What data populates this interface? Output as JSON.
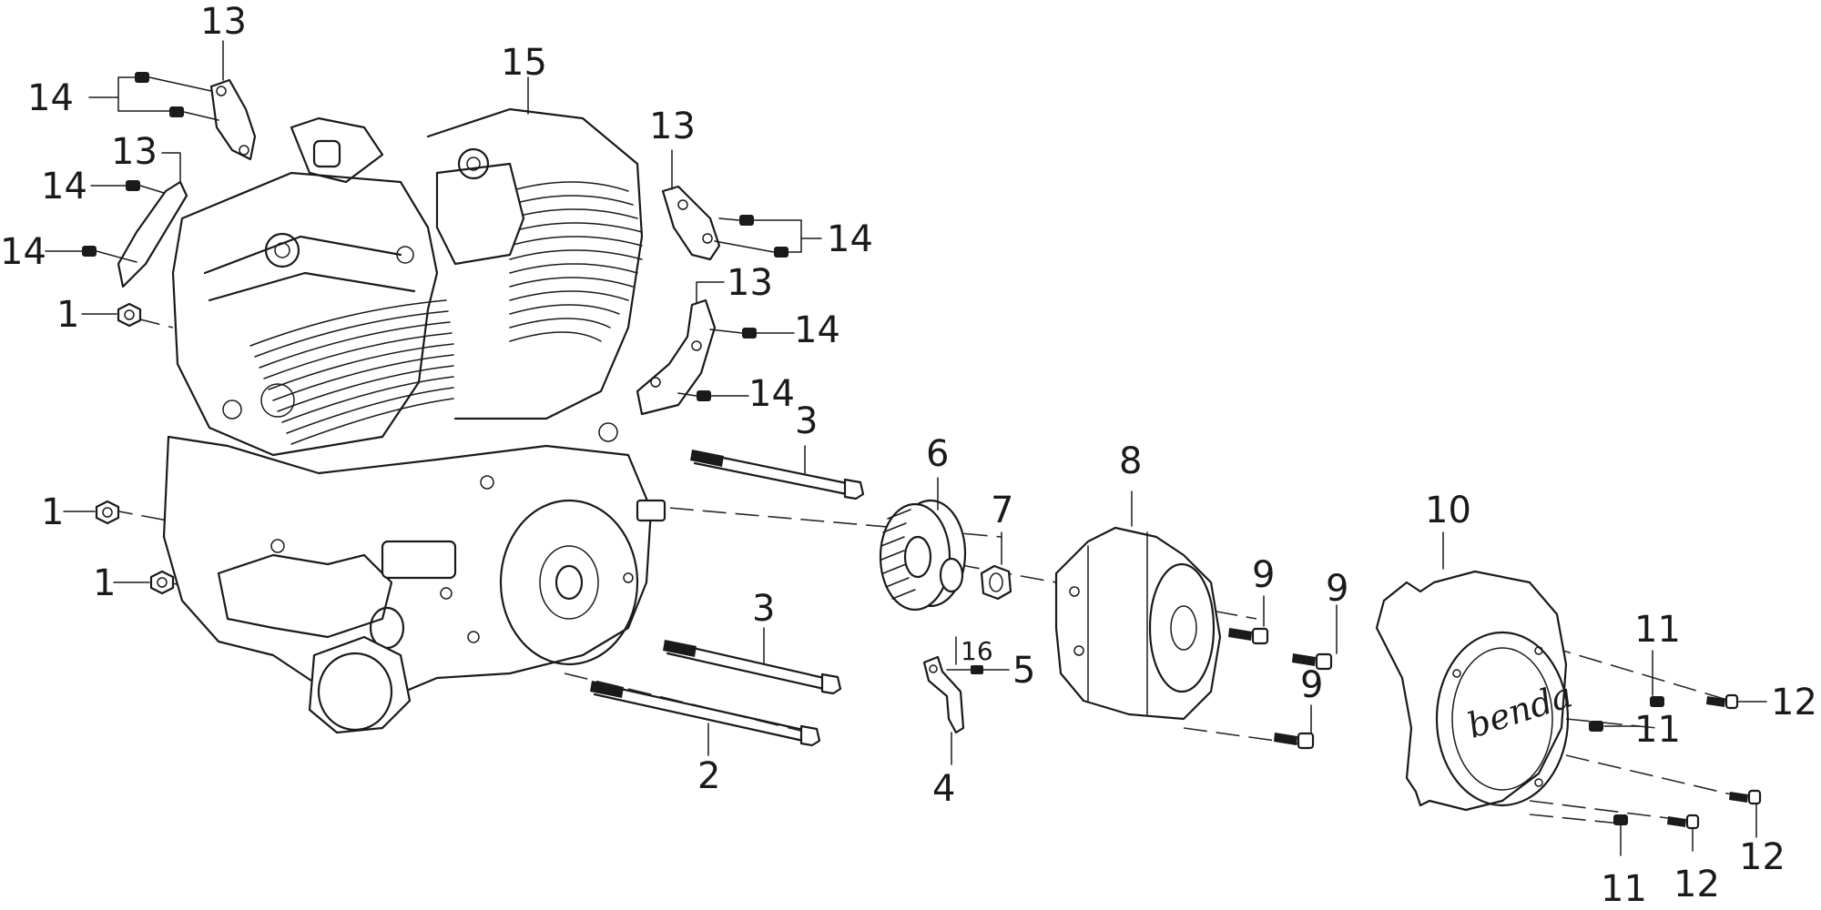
{
  "diagram": {
    "colors": {
      "line": "#1a1a1a",
      "background": "#ffffff"
    },
    "logo_text": "benda",
    "callouts": [
      {
        "id": "c1a",
        "text": "1"
      },
      {
        "id": "c1b",
        "text": "1"
      },
      {
        "id": "c1c",
        "text": "1"
      },
      {
        "id": "c2",
        "text": "2"
      },
      {
        "id": "c3a",
        "text": "3"
      },
      {
        "id": "c3b",
        "text": "3"
      },
      {
        "id": "c4",
        "text": "4"
      },
      {
        "id": "c5",
        "text": "5"
      },
      {
        "id": "c6",
        "text": "6"
      },
      {
        "id": "c7",
        "text": "7"
      },
      {
        "id": "c8",
        "text": "8"
      },
      {
        "id": "c9a",
        "text": "9"
      },
      {
        "id": "c9b",
        "text": "9"
      },
      {
        "id": "c9c",
        "text": "9"
      },
      {
        "id": "c10",
        "text": "10"
      },
      {
        "id": "c11a",
        "text": "11"
      },
      {
        "id": "c11b",
        "text": "11"
      },
      {
        "id": "c11c",
        "text": "11"
      },
      {
        "id": "c12a",
        "text": "12"
      },
      {
        "id": "c12b",
        "text": "12"
      },
      {
        "id": "c12c",
        "text": "12"
      },
      {
        "id": "c13a",
        "text": "13"
      },
      {
        "id": "c13b",
        "text": "13"
      },
      {
        "id": "c13c",
        "text": "13"
      },
      {
        "id": "c13d",
        "text": "13"
      },
      {
        "id": "c14a",
        "text": "14"
      },
      {
        "id": "c14b",
        "text": "14"
      },
      {
        "id": "c14c",
        "text": "14"
      },
      {
        "id": "c14d",
        "text": "14"
      },
      {
        "id": "c14e",
        "text": "14"
      },
      {
        "id": "c14f",
        "text": "14"
      },
      {
        "id": "c15",
        "text": "15"
      },
      {
        "id": "c16",
        "text": "16"
      }
    ]
  }
}
